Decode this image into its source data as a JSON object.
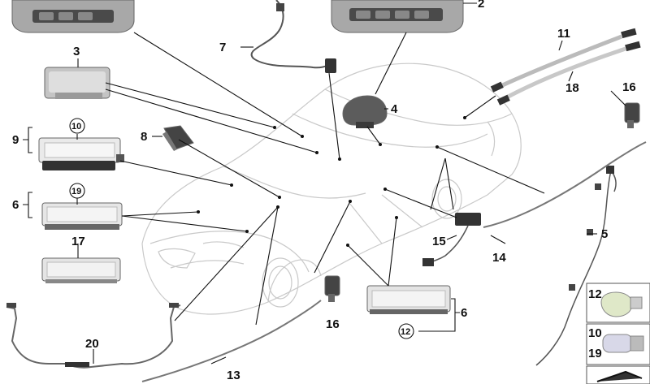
{
  "diagram": {
    "labels": {
      "p2": "2",
      "p3": "3",
      "p4": "4",
      "p5": "5",
      "p6a": "6",
      "p6b": "6",
      "p7": "7",
      "p8": "8",
      "p9": "9",
      "p10a": "10",
      "p10b": "10",
      "p11": "11",
      "p12a": "12",
      "p12b": "12",
      "p13": "13",
      "p14": "14",
      "p15": "15",
      "p16a": "16",
      "p16b": "16",
      "p17": "17",
      "p18": "18",
      "p19a": "19",
      "p19b": "19",
      "p20": "20"
    },
    "icons": [
      "interior-light-unit",
      "ambient-light-strip",
      "bulb",
      "door-light",
      "wiring-harness",
      "sensor"
    ]
  }
}
